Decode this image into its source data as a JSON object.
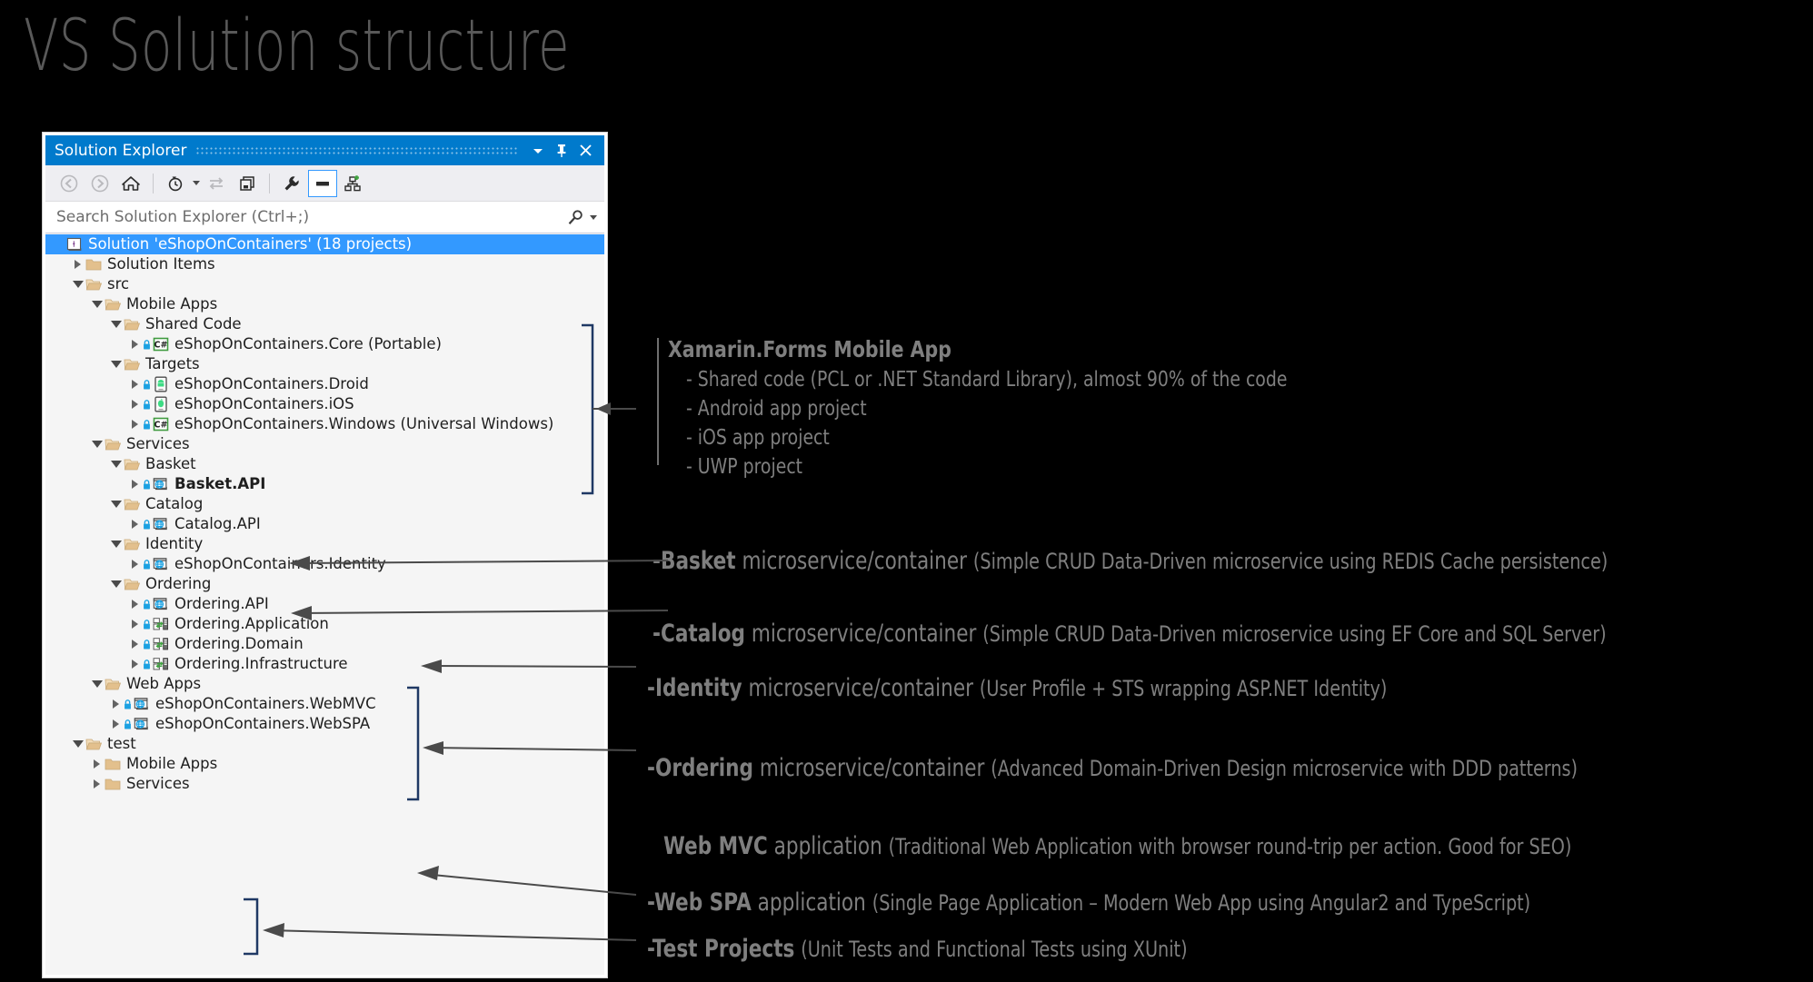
{
  "slide": {
    "title": "VS Solution structure"
  },
  "window": {
    "title": "Solution Explorer",
    "title_controls": [
      {
        "name": "dropdown-icon",
        "label": "▼"
      },
      {
        "name": "pin-icon",
        "label": "Pin"
      },
      {
        "name": "close-icon",
        "label": "✕"
      }
    ],
    "toolbar": [
      {
        "name": "back-button",
        "label": "Back"
      },
      {
        "name": "forward-button",
        "label": "Forward"
      },
      {
        "name": "home-button",
        "label": "Home"
      },
      {
        "name": "pending-changes-button",
        "label": "Pending Changes"
      },
      {
        "name": "sync-with-active-document-button",
        "label": "Sync with Active Document"
      },
      {
        "name": "show-all-files-button",
        "label": "Show All Files"
      },
      {
        "name": "properties-button",
        "label": "Properties"
      },
      {
        "name": "preview-selected-items-button",
        "label": "Preview Selected Items"
      },
      {
        "name": "view-class-diagram-button",
        "label": "View Class Diagram"
      }
    ],
    "search": {
      "placeholder": "Search Solution Explorer (Ctrl+;)",
      "value": "",
      "icon": "search-icon"
    }
  },
  "tree": [
    {
      "depth": 0,
      "label": "Solution 'eShopOnContainers' (18 projects)",
      "icon": "solution-icon",
      "expander": "none",
      "selected": true,
      "lock": false,
      "bold": false
    },
    {
      "depth": 1,
      "label": "Solution Items",
      "icon": "folder-closed-icon",
      "expander": "closed",
      "selected": false,
      "lock": false,
      "bold": false
    },
    {
      "depth": 1,
      "label": "src",
      "icon": "folder-open-icon",
      "expander": "open",
      "selected": false,
      "lock": false,
      "bold": false
    },
    {
      "depth": 2,
      "label": "Mobile Apps",
      "icon": "folder-open-icon",
      "expander": "open",
      "selected": false,
      "lock": false,
      "bold": false
    },
    {
      "depth": 3,
      "label": "Shared Code",
      "icon": "folder-open-icon",
      "expander": "open",
      "selected": false,
      "lock": false,
      "bold": false
    },
    {
      "depth": 4,
      "label": "eShopOnContainers.Core (Portable)",
      "icon": "csharp-project-icon",
      "expander": "closed",
      "selected": false,
      "lock": true,
      "bold": false
    },
    {
      "depth": 3,
      "label": "Targets",
      "icon": "folder-open-icon",
      "expander": "open",
      "selected": false,
      "lock": false,
      "bold": false
    },
    {
      "depth": 4,
      "label": "eShopOnContainers.Droid",
      "icon": "android-project-icon",
      "expander": "closed",
      "selected": false,
      "lock": true,
      "bold": false
    },
    {
      "depth": 4,
      "label": "eShopOnContainers.iOS",
      "icon": "ios-project-icon",
      "expander": "closed",
      "selected": false,
      "lock": true,
      "bold": false
    },
    {
      "depth": 4,
      "label": "eShopOnContainers.Windows (Universal Windows)",
      "icon": "csharp-project-icon",
      "expander": "closed",
      "selected": false,
      "lock": true,
      "bold": false
    },
    {
      "depth": 2,
      "label": "Services",
      "icon": "folder-open-icon",
      "expander": "open",
      "selected": false,
      "lock": false,
      "bold": false
    },
    {
      "depth": 3,
      "label": "Basket",
      "icon": "folder-open-icon",
      "expander": "open",
      "selected": false,
      "lock": false,
      "bold": false
    },
    {
      "depth": 4,
      "label": "Basket.API",
      "icon": "web-project-icon",
      "expander": "closed",
      "selected": false,
      "lock": true,
      "bold": true
    },
    {
      "depth": 3,
      "label": "Catalog",
      "icon": "folder-open-icon",
      "expander": "open",
      "selected": false,
      "lock": false,
      "bold": false
    },
    {
      "depth": 4,
      "label": "Catalog.API",
      "icon": "web-project-icon",
      "expander": "closed",
      "selected": false,
      "lock": true,
      "bold": false
    },
    {
      "depth": 3,
      "label": "Identity",
      "icon": "folder-open-icon",
      "expander": "open",
      "selected": false,
      "lock": false,
      "bold": false
    },
    {
      "depth": 4,
      "label": "eShopOnContainers.Identity",
      "icon": "web-project-icon",
      "expander": "closed",
      "selected": false,
      "lock": true,
      "bold": false
    },
    {
      "depth": 3,
      "label": "Ordering",
      "icon": "folder-open-icon",
      "expander": "open",
      "selected": false,
      "lock": false,
      "bold": false
    },
    {
      "depth": 4,
      "label": "Ordering.API",
      "icon": "web-project-icon",
      "expander": "closed",
      "selected": false,
      "lock": true,
      "bold": false
    },
    {
      "depth": 4,
      "label": "Ordering.Application",
      "icon": "class-library-icon",
      "expander": "closed",
      "selected": false,
      "lock": true,
      "bold": false
    },
    {
      "depth": 4,
      "label": "Ordering.Domain",
      "icon": "class-library-icon",
      "expander": "closed",
      "selected": false,
      "lock": true,
      "bold": false
    },
    {
      "depth": 4,
      "label": "Ordering.Infrastructure",
      "icon": "class-library-icon",
      "expander": "closed",
      "selected": false,
      "lock": true,
      "bold": false
    },
    {
      "depth": 2,
      "label": "Web Apps",
      "icon": "folder-open-icon",
      "expander": "open",
      "selected": false,
      "lock": false,
      "bold": false
    },
    {
      "depth": 3,
      "label": "eShopOnContainers.WebMVC",
      "icon": "web-project-icon",
      "expander": "closed",
      "selected": false,
      "lock": true,
      "bold": false
    },
    {
      "depth": 3,
      "label": "eShopOnContainers.WebSPA",
      "icon": "web-project-icon",
      "expander": "closed",
      "selected": false,
      "lock": true,
      "bold": false
    },
    {
      "depth": 1,
      "label": "test",
      "icon": "folder-open-icon",
      "expander": "open",
      "selected": false,
      "lock": false,
      "bold": false
    },
    {
      "depth": 2,
      "label": "Mobile Apps",
      "icon": "folder-closed-icon",
      "expander": "closed",
      "selected": false,
      "lock": false,
      "bold": false
    },
    {
      "depth": 2,
      "label": "Services",
      "icon": "folder-closed-icon",
      "expander": "closed",
      "selected": false,
      "lock": false,
      "bold": false
    }
  ],
  "annotations": {
    "mobile": {
      "title": "Xamarin.Forms Mobile App",
      "items": [
        "- Shared code (PCL or .NET Standard Library), almost 90% of the code",
        "- Android app project",
        "- iOS app project",
        "- UWP project"
      ]
    },
    "lines": [
      {
        "name": "basket-annotation",
        "dash": "-",
        "bold": "Basket",
        "mid": " microservice/container ",
        "paren": "(Simple CRUD Data-Driven microservice using REDIS Cache persistence)"
      },
      {
        "name": "catalog-annotation",
        "dash": "-",
        "bold": "Catalog",
        "mid": " microservice/container ",
        "paren": "(Simple CRUD Data-Driven microservice using EF Core and SQL Server)"
      },
      {
        "name": "identity-annotation",
        "dash": "-",
        "bold": "Identity",
        "mid": " microservice/container ",
        "paren": "(User Profile + STS wrapping ASP.NET Identity)"
      },
      {
        "name": "ordering-annotation",
        "dash": "-",
        "bold": "Ordering",
        "mid": " microservice/container ",
        "paren": "(Advanced Domain-Driven Design microservice with DDD patterns)"
      },
      {
        "name": "webmvc-annotation",
        "dash": "-",
        "bold": "Web MVC",
        "mid": " application ",
        "paren": "(Traditional Web Application with browser round-trip per action. Good for SEO)"
      },
      {
        "name": "webspa-annotation",
        "dash": "-",
        "bold": "Web SPA",
        "mid": " application ",
        "paren": "(Single Page Application – Modern Web App using Angular2 and TypeScript)"
      },
      {
        "name": "test-annotation",
        "dash": "-",
        "bold": "Test Projects",
        "mid": " ",
        "paren": "(Unit Tests and Functional Tests using XUnit)"
      }
    ]
  },
  "colors": {
    "accent": "#007acc",
    "selection": "#3399ff",
    "folder": "#e3c08d",
    "annotation_text": "#7f7f7f",
    "background": "#000000",
    "window_bg": "#f5f5f5"
  }
}
